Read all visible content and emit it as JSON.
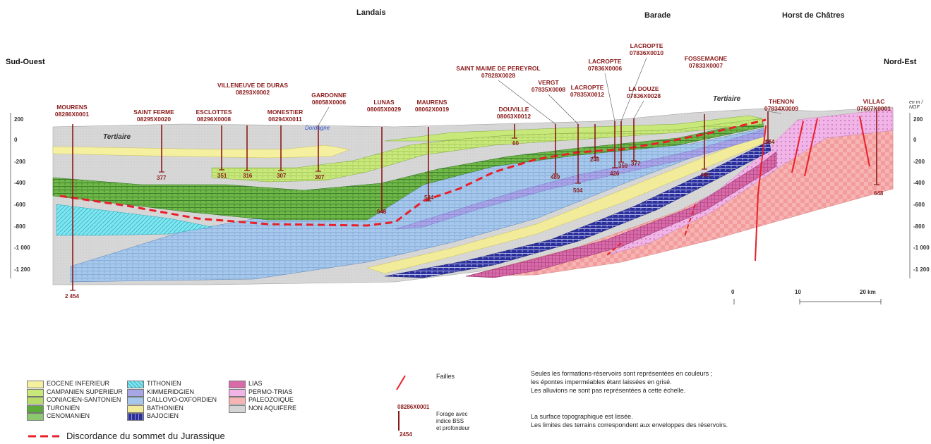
{
  "regions": {
    "landais": "Landais",
    "barade": "Barade",
    "horst": "Horst de Châtres"
  },
  "orientation": {
    "left": "Sud-Ouest",
    "right": "Nord-Est"
  },
  "unit_label": "en m / NGF",
  "y_ticks": [
    "200",
    "0",
    "-200",
    "-400",
    "-600",
    "-800",
    "-1 000",
    "-1 200"
  ],
  "labels": {
    "tertiaire": "Tertiaire",
    "dordogne": "Dordogne"
  },
  "boreholes": [
    {
      "name": "MOURENS",
      "code": "08286X0001",
      "depth": "2 454"
    },
    {
      "name": "SAINT FERME",
      "code": "08295X0020",
      "depth": "377"
    },
    {
      "name": "ESCLOTTES",
      "code": "08296X0008",
      "depth": "351"
    },
    {
      "name": "VILLENEUVE DE DURAS",
      "code": "08293X0002",
      "depth": "316"
    },
    {
      "name": "MONESTIER",
      "code": "08294X0011",
      "depth": "307"
    },
    {
      "name": "GARDONNE",
      "code": "08058X0006",
      "depth": "307"
    },
    {
      "name": "LUNAS",
      "code": "08065X0029",
      "depth": "648"
    },
    {
      "name": "MAURENS",
      "code": "08062X0019",
      "depth": "584"
    },
    {
      "name": "DOUVILLE",
      "code": "08063X0012",
      "depth": "60"
    },
    {
      "name": "SAINT MAIME DE PEREYROL",
      "code": "07828X0028",
      "depth": "489"
    },
    {
      "name": "VERGT",
      "code": "07835X0008",
      "depth": "504"
    },
    {
      "name": "LACROPTE",
      "code": "07835X0012",
      "depth": "246"
    },
    {
      "name": "LACROPTE",
      "code": "07836X0006",
      "depth": "426"
    },
    {
      "name": "LACROPTE",
      "code": "07836X0010",
      "depth": "359"
    },
    {
      "name": "LA DOUZE",
      "code": "07836X0028",
      "depth": "377"
    },
    {
      "name": "FOSSEMAGNE",
      "code": "07833X0007",
      "depth": "448"
    },
    {
      "name": "THENON",
      "code": "07834X0009",
      "depth": "154"
    },
    {
      "name": "VILLAC",
      "code": "07607X0001",
      "depth": "648"
    }
  ],
  "scale": {
    "t0": "0",
    "t10": "10",
    "t20": "20 km"
  },
  "legend": {
    "col1": [
      "EOCENE INFERIEUR",
      "CAMPANIEN SUPERIEUR",
      "CONIACIEN-SANTONIEN",
      "TURONIEN",
      "CENOMANIEN"
    ],
    "col2": [
      "TITHONIEN",
      "KIMMERIDGIEN",
      "CALLOVO-OXFORDIEN",
      "BATHONIEN",
      "BAJOCIEN"
    ],
    "col3": [
      "LIAS",
      "PERMO-TRIAS",
      "PALEOZOIQUE",
      "NON AQUIFERE"
    ],
    "discordance": "Discordance du sommet du Jurassique",
    "failles": "Failles",
    "forage_code": "08286X0001",
    "forage_depth": "2454",
    "forage_desc": [
      "Forage avec",
      "indice BSS",
      "et profondeur"
    ]
  },
  "notes": {
    "n1": "Seules les formations-réservoirs sont représentées en couleurs ;",
    "n2": "les épontes imperméables étant laissées en grisé.",
    "n3": "Les alluvions ne sont pas représentées à cette échelle.",
    "n4": "La surface topographique est lissée.",
    "n5": "Les limites des terrains correspondent aux enveloppes des réservoirs."
  },
  "colors": {
    "eocene": "#f5f0a0",
    "campanien": "#c8e87a",
    "coniacien": "#b8dc6a",
    "turonien": "#5daa3a",
    "cenomanien": "#8cc870",
    "tithonien": "#7fe6f0",
    "kimmeridgien": "#a9a6e8",
    "callovo": "#a6c8ec",
    "bathonien": "#f2ec9a",
    "bajocien": "#2a2f9c",
    "lias": "#d86aa8",
    "permo": "#f0b4e6",
    "paleozoique": "#f7b4b4",
    "non_aquifere": "#d4d4d4",
    "borehole": "#8b1a1a",
    "discordance": "#e8202a"
  }
}
